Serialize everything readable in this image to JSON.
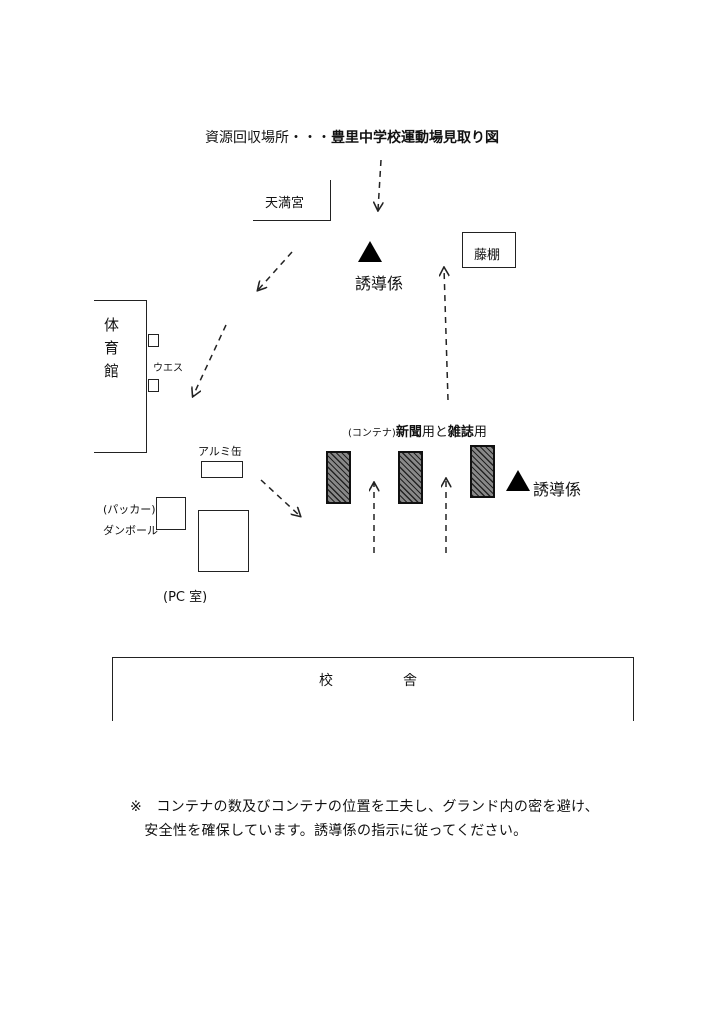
{
  "title": {
    "prefix": "資源回収場所・・・",
    "main": "豊里中学校運動場見取り図"
  },
  "places": {
    "tenmangu": "天満宮",
    "fujidana": "藤棚",
    "gym": "体育館",
    "waste": "ウエス",
    "aluminum": "アルミ缶",
    "packer_line1": "(パッカー)",
    "packer_line2": "ダンボール",
    "pc_room": "(PC 室)",
    "school_building": "校　　　　　舎"
  },
  "guides": {
    "top": "誘導係",
    "right": "誘導係"
  },
  "containers": {
    "prefix": "(コンテナ)",
    "newspaper": "新聞",
    "middle": "用と",
    "magazine": "雑誌",
    "suffix": "用"
  },
  "note": {
    "line1": "※　コンテナの数及びコンテナの位置を工夫し、グランド内の密を避け、",
    "line2": "　安全性を確保しています。誘導係の指示に従ってください。"
  },
  "colors": {
    "line": "#222222",
    "container_fill": "#888888"
  }
}
